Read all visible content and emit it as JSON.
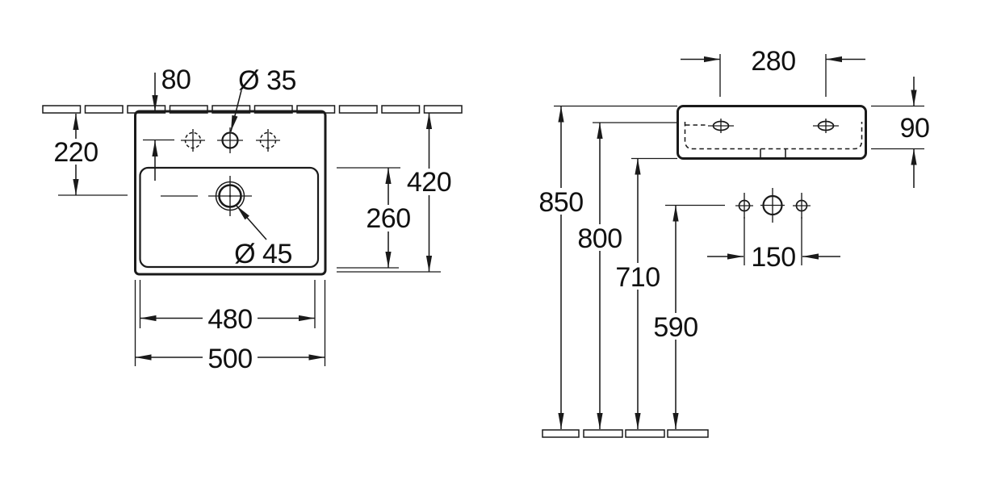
{
  "drawing": {
    "type": "washbasin-technical-drawing",
    "colors": {
      "line": "#1a1a1a",
      "text": "#111111",
      "background": "#ffffff"
    },
    "top": {
      "d80": "80",
      "d35": "Ø 35",
      "d220": "220",
      "d420": "420",
      "d260": "260",
      "d45": "Ø 45",
      "d480": "480",
      "d500": "500"
    },
    "side": {
      "d280": "280",
      "d90": "90",
      "d850": "850",
      "d800": "800",
      "d710": "710",
      "d590": "590",
      "d150": "150"
    }
  }
}
